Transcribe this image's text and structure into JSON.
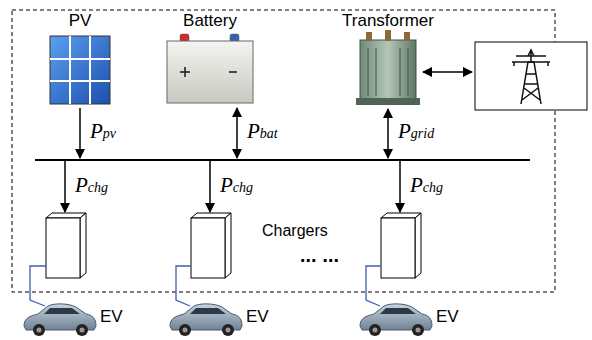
{
  "diagram": {
    "nodes": [
      {
        "text": [
          "PV"
        ]
      },
      {
        "text": [
          "Battery"
        ]
      },
      {
        "text": [
          "Transformer"
        ]
      },
      {
        "text": [
          "EV"
        ]
      },
      {
        "text": [
          "EV"
        ]
      },
      {
        "text": [
          "EV"
        ]
      }
    ],
    "labels": [
      "Ppv",
      "Pbat",
      "Pgrid",
      "Pchg",
      "Pchg",
      "Pchg",
      "Chargers",
      "⋯ ⋯"
    ]
  }
}
